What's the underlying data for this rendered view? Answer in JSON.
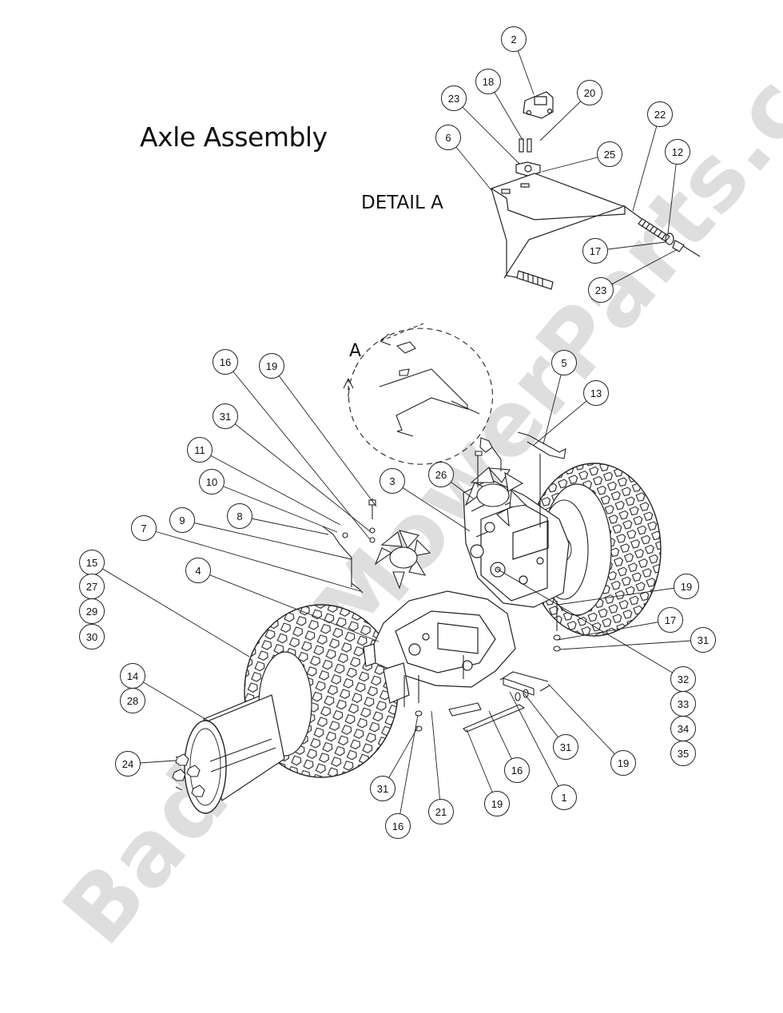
{
  "title": "Axle Assembly",
  "detail_label": "DETAIL  A",
  "detail_ref": "A",
  "watermark": "BadBoyMowerParts.com",
  "callouts": [
    {
      "label": "2"
    },
    {
      "label": "18"
    },
    {
      "label": "20"
    },
    {
      "label": "23"
    },
    {
      "label": "6"
    },
    {
      "label": "25"
    },
    {
      "label": "22"
    },
    {
      "label": "12"
    },
    {
      "label": "17"
    },
    {
      "label": "23"
    },
    {
      "label": "16"
    },
    {
      "label": "19"
    },
    {
      "label": "5"
    },
    {
      "label": "13"
    },
    {
      "label": "31"
    },
    {
      "label": "11"
    },
    {
      "label": "26"
    },
    {
      "label": "3"
    },
    {
      "label": "10"
    },
    {
      "label": "8"
    },
    {
      "label": "9"
    },
    {
      "label": "7"
    },
    {
      "label": "4"
    },
    {
      "label": "15"
    },
    {
      "label": "27"
    },
    {
      "label": "29"
    },
    {
      "label": "30"
    },
    {
      "label": "19"
    },
    {
      "label": "17"
    },
    {
      "label": "31"
    },
    {
      "label": "32"
    },
    {
      "label": "33"
    },
    {
      "label": "34"
    },
    {
      "label": "35"
    },
    {
      "label": "14"
    },
    {
      "label": "28"
    },
    {
      "label": "24"
    },
    {
      "label": "31"
    },
    {
      "label": "19"
    },
    {
      "label": "31"
    },
    {
      "label": "16"
    },
    {
      "label": "19"
    },
    {
      "label": "1"
    },
    {
      "label": "21"
    },
    {
      "label": "16"
    }
  ]
}
